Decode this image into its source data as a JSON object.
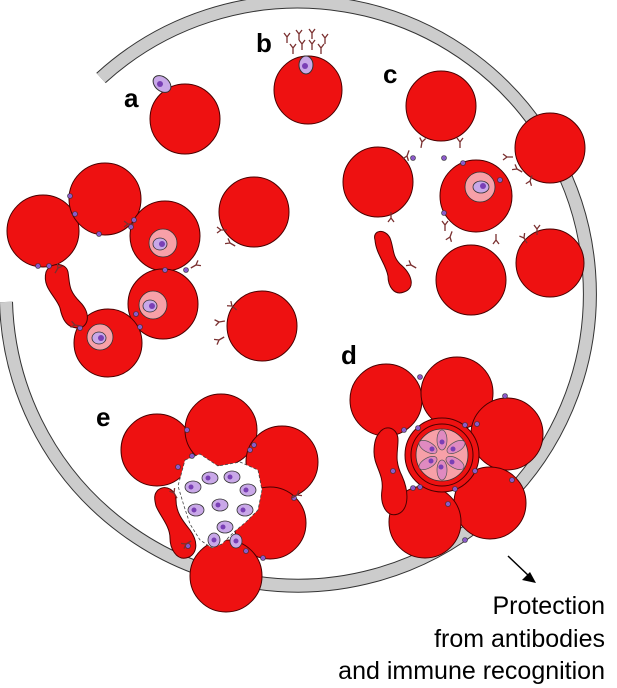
{
  "panels": {
    "a": "a",
    "b": "b",
    "c": "c",
    "d": "d",
    "e": "e"
  },
  "caption": {
    "line1": "Protection",
    "line2": "from antibodies",
    "line3": "and immune recognition"
  },
  "colors": {
    "rbc": "#ee1111",
    "rbc_stroke": "#4a0000",
    "vessel": "#cccccc",
    "parasite": "#c9a8e8",
    "parasite_nucleus": "#7a3fb5",
    "infected_vacuole": "#f7a0a8"
  },
  "icons": {
    "arrow": "arrow-icon",
    "knob": "knob-icon",
    "antibody": "antibody-icon"
  }
}
